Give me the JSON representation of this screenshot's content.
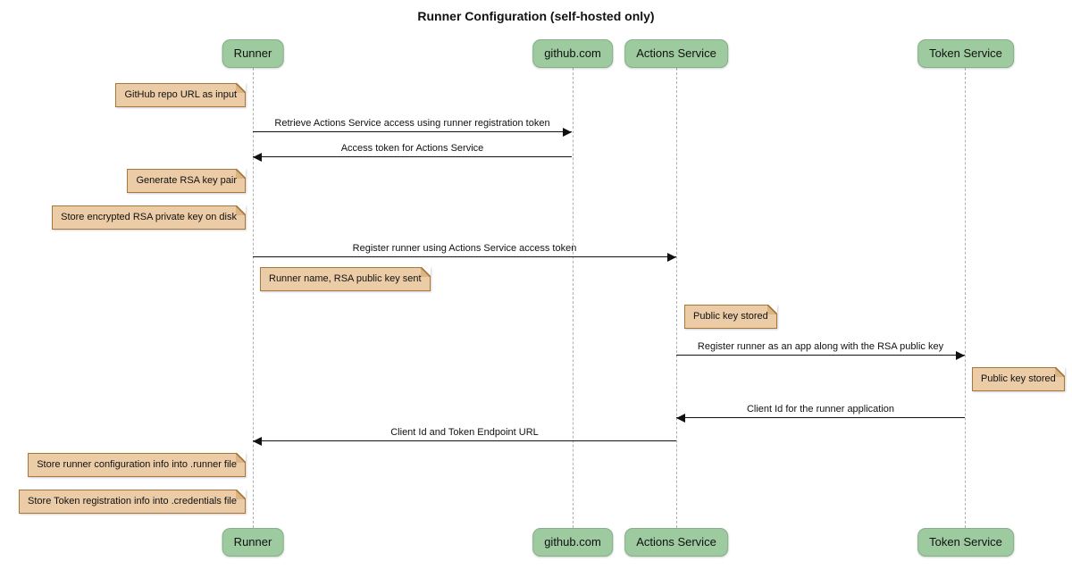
{
  "title": "Runner Configuration (self-hosted only)",
  "colors": {
    "participant_fill": "#9DCA9E",
    "participant_border": "#85AF87",
    "note_fill": "#EBCCA6",
    "note_border": "#A6783C",
    "lifeline": "#B0B0B0",
    "arrow": "#111111",
    "background": "#FFFFFF"
  },
  "participants": [
    {
      "id": "runner",
      "label": "Runner"
    },
    {
      "id": "github",
      "label": "github.com"
    },
    {
      "id": "actions-service",
      "label": "Actions Service"
    },
    {
      "id": "token-service",
      "label": "Token Service"
    }
  ],
  "messages": [
    {
      "from": "Runner",
      "to": "github.com",
      "direction": "right",
      "label": "Retrieve Actions Service access using runner registration token"
    },
    {
      "from": "github.com",
      "to": "Runner",
      "direction": "left",
      "label": "Access token for Actions Service"
    },
    {
      "from": "Runner",
      "to": "Actions Service",
      "direction": "right",
      "label": "Register runner using Actions Service access token"
    },
    {
      "from": "Actions Service",
      "to": "Token Service",
      "direction": "right",
      "label": "Register runner as an app along with the RSA public key"
    },
    {
      "from": "Token Service",
      "to": "Actions Service",
      "direction": "left",
      "label": "Client Id for the runner application"
    },
    {
      "from": "Actions Service",
      "to": "Runner",
      "direction": "left",
      "label": "Client Id and Token Endpoint URL"
    }
  ],
  "notes": [
    {
      "position": "left of Runner",
      "label": "GitHub repo URL as input"
    },
    {
      "position": "left of Runner",
      "label": "Generate RSA key pair"
    },
    {
      "position": "left of Runner",
      "label": "Store encrypted RSA private key on disk"
    },
    {
      "position": "right of Runner",
      "label": "Runner name, RSA public key sent"
    },
    {
      "position": "right of Actions Service",
      "label": "Public key stored"
    },
    {
      "position": "right of Token Service",
      "label": "Public key stored"
    },
    {
      "position": "left of Runner",
      "label": "Store runner configuration info into .runner file"
    },
    {
      "position": "left of Runner",
      "label": "Store Token registration info into .credentials file"
    }
  ]
}
